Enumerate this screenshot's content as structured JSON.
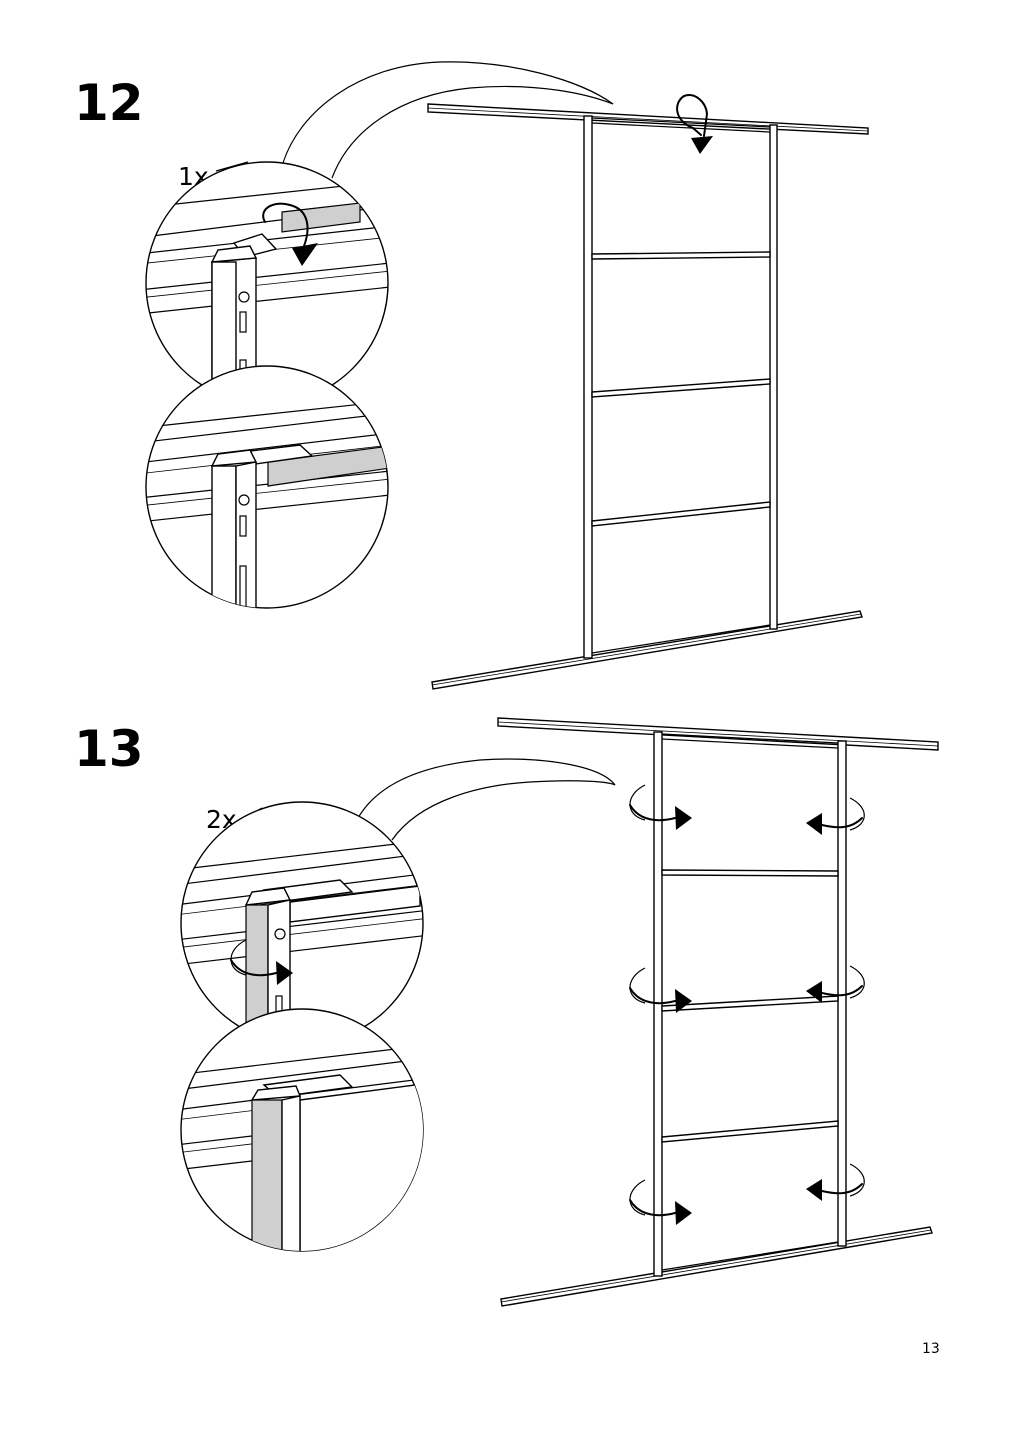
{
  "steps": [
    {
      "number": "12",
      "quantity": "1x"
    },
    {
      "number": "13",
      "quantity": "2x"
    }
  ],
  "page_number": "13",
  "colors": {
    "ink": "#000000",
    "paper": "#ffffff",
    "highlight": "#cfcfcf"
  },
  "icons": [
    "rotate-arrow-icon",
    "rotate-arrow-icon"
  ]
}
